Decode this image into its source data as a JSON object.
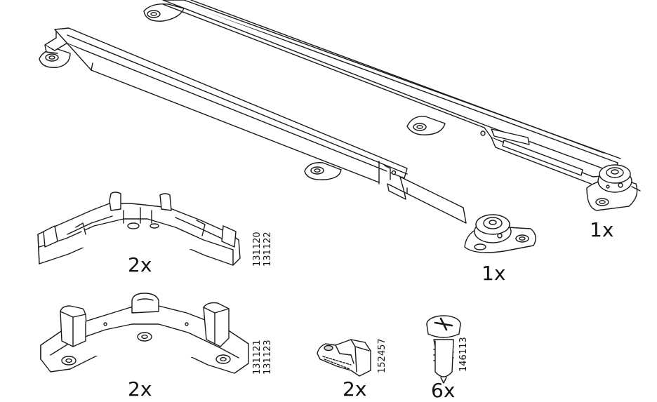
{
  "parts": [
    {
      "id": "rail-back",
      "quantity": "1x"
    },
    {
      "id": "rail-front",
      "quantity": "1x"
    },
    {
      "id": "connector-a",
      "quantity": "2x",
      "codes": [
        "131120",
        "131122"
      ]
    },
    {
      "id": "connector-b",
      "quantity": "2x",
      "codes": [
        "131121",
        "131123"
      ]
    },
    {
      "id": "clip",
      "quantity": "2x",
      "codes": [
        "152457"
      ]
    },
    {
      "id": "screw",
      "quantity": "6x",
      "codes": [
        "146113"
      ]
    }
  ],
  "colors": {
    "line": "#1a1a1a",
    "fill": "#ffffff",
    "shade": "#d9d9d9"
  }
}
